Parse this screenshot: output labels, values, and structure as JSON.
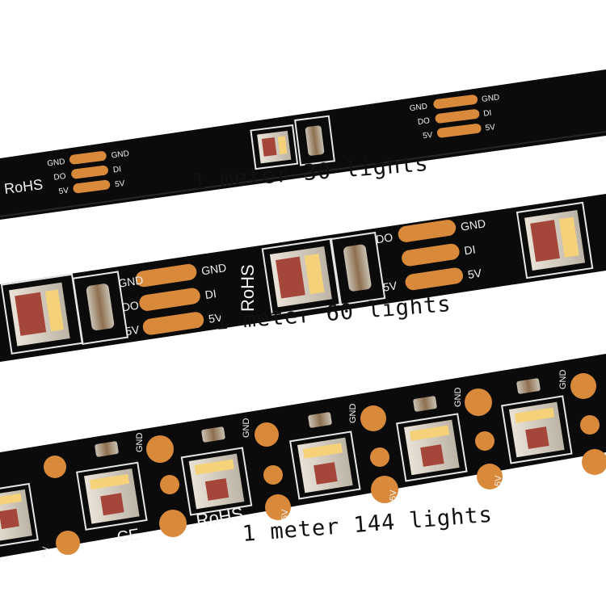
{
  "captions": {
    "strip1": "1 meter 30 lights",
    "strip2": "1 meter 60 lights",
    "strip3": "1 meter 144 lights"
  },
  "silkscreen": {
    "gnd": "GND",
    "di": "DI",
    "do": "DO",
    "v5": "5V",
    "rohs": "RoHS",
    "ce": "CE"
  },
  "colors": {
    "pcb": "#0b0b0b",
    "pad": "#d9893a",
    "silk": "#f2f2f2",
    "led_yellow": "#f5d27a",
    "led_red": "#a5463a"
  }
}
